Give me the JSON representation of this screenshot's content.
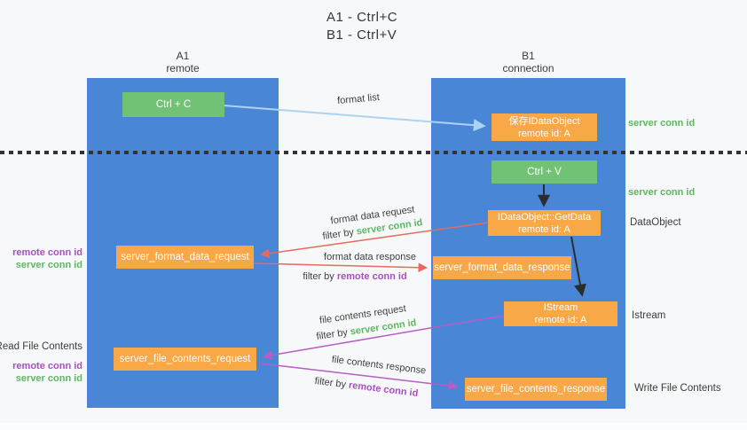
{
  "title": {
    "line1": "A1 - Ctrl+C",
    "line2": "B1 - Ctrl+V"
  },
  "lanes": {
    "left": {
      "name": "A1",
      "role": "remote"
    },
    "right": {
      "name": "B1",
      "role": "connection"
    }
  },
  "nodes": {
    "ctrl_c": {
      "label": "Ctrl + C"
    },
    "ctrl_v": {
      "label": "Ctrl + V"
    },
    "save_dataobject": {
      "line1": "保存IDataObject",
      "line2": "remote id: A"
    },
    "getdata": {
      "line1": "IDataObject::GetData",
      "line2": "remote id: A"
    },
    "istream": {
      "line1": "IStream",
      "line2": "remote id: A"
    },
    "format_request": {
      "label": "server_format_data_request"
    },
    "format_response": {
      "label": "server_format_data_response"
    },
    "file_request": {
      "label": "server_file_contents_request"
    },
    "file_response": {
      "label": "server_file_contents_response"
    }
  },
  "flow_labels": {
    "format_list": "format list",
    "format_data_request": "format data request",
    "format_data_response": "format data response",
    "file_contents_request": "file contents request",
    "file_contents_response": "file contents response",
    "filter_by": "filter by ",
    "server_conn_id": "server conn id",
    "remote_conn_id": "remote conn id"
  },
  "side_labels": {
    "left": {
      "remote_conn_id": "remote conn id",
      "server_conn_id": "server conn id",
      "read_file_contents": "Read File Contents"
    },
    "right": {
      "server_conn_id": "server conn id",
      "dataobject": "DataObject",
      "istream": "Istream",
      "write_file_contents": "Write File Contents"
    }
  },
  "colors": {
    "lane_blue": "#4a86d6",
    "node_green": "#72c276",
    "node_orange": "#f9a847",
    "arrow_light_blue": "#abd4f2",
    "arrow_red": "#e8695e",
    "arrow_purple": "#b85cc8",
    "arrow_black": "#2c2c2c",
    "text_green": "#5cb860",
    "text_purple": "#a94fc5",
    "background": "#f7f8f9"
  }
}
